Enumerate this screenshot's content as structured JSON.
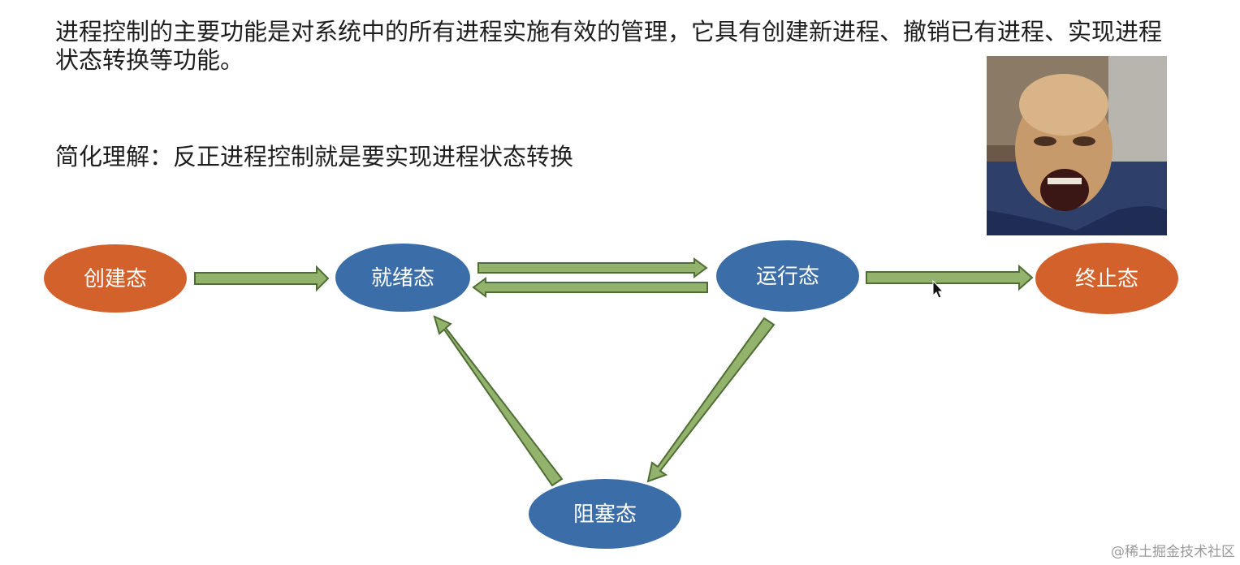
{
  "text": {
    "paragraph": "进程控制的主要功能是对系统中的所有进程实施有效的管理，它具有创建新进程、撤销已有进程、实现进程状态转换等功能。",
    "simplified": "简化理解：反正进程控制就是要实现进程状态转换"
  },
  "diagram": {
    "nodes": {
      "created": "创建态",
      "ready": "就绪态",
      "running": "运行态",
      "terminated": "终止态",
      "blocked": "阻塞态"
    }
  },
  "colors": {
    "orange_node": "#d2612b",
    "blue_node": "#3b6ea8",
    "arrow_fill": "#93b36c",
    "arrow_stroke": "#4f6e35"
  },
  "watermark": "@稀土掘金技术社区"
}
